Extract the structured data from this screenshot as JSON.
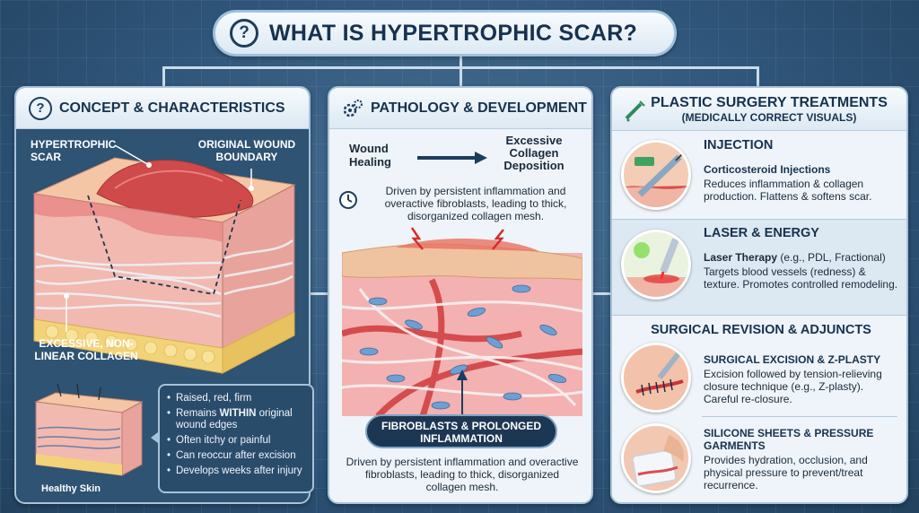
{
  "title": "WHAT IS HYPERTROPHIC SCAR?",
  "left_panel": {
    "heading": "CONCEPT & CHARACTERISTICS",
    "label_scar": "HYPERTROPHIC SCAR",
    "label_boundary": "ORIGINAL WOUND BOUNDARY",
    "label_collagen": "EXCESSIVE, NON-LINEAR COLLAGEN",
    "label_healthy": "Healthy Skin",
    "bullets": {
      "b1": "Raised, red, firm",
      "b2_pre": "Remains ",
      "b2_bold": "WITHIN",
      "b2_post": " original wound edges",
      "b3": "Often itchy or painful",
      "b4": "Can reoccur after excision",
      "b5": "Develops weeks after injury"
    }
  },
  "mid_panel": {
    "heading": "PATHOLOGY & DEVELOPMENT",
    "flow_from": "Wound Healing",
    "flow_to": "Excessive Collagen Deposition",
    "desc_top": "Driven by persistent inflammation and overactive fibroblasts, leading to thick, disorganized collagen mesh.",
    "fibro_label": "FIBROBLASTS & PROLONGED INFLAMMATION",
    "desc_bottom": "Driven by persistent inflammation and overactive fibroblasts, leading to thick, disorganized collagen mesh."
  },
  "right_panel": {
    "heading": "PLASTIC SURGERY TREATMENTS",
    "subheading": "(MEDICALLY CORRECT VISUALS)",
    "injection": {
      "title": "INJECTION",
      "sub": "Corticosteroid Injections",
      "desc": "Reduces inflammation & collagen production. Flattens & softens scar."
    },
    "laser": {
      "title": "LASER & ENERGY",
      "sub": "Laser Therapy",
      "sub_note": " (e.g., PDL, Fractional)",
      "desc": "Targets blood vessels (redness) & texture. Promotes controlled remodeling."
    },
    "surgical_title": "SURGICAL REVISION & ADJUNCTS",
    "excision": {
      "sub": "SURGICAL EXCISION & Z-PLASTY",
      "desc": "Excision followed by tension-relieving closure technique (e.g., Z-plasty). Careful re-closure."
    },
    "silicone": {
      "sub": "SILICONE SHEETS & PRESSURE GARMENTS",
      "desc": "Provides hydration, occlusion, and physical pressure to prevent/treat recurrence."
    }
  },
  "colors": {
    "background": "#2f557a",
    "accent_dark": "#17324f",
    "skin_red": "#d9534f",
    "fat_yellow": "#f3d37a"
  }
}
